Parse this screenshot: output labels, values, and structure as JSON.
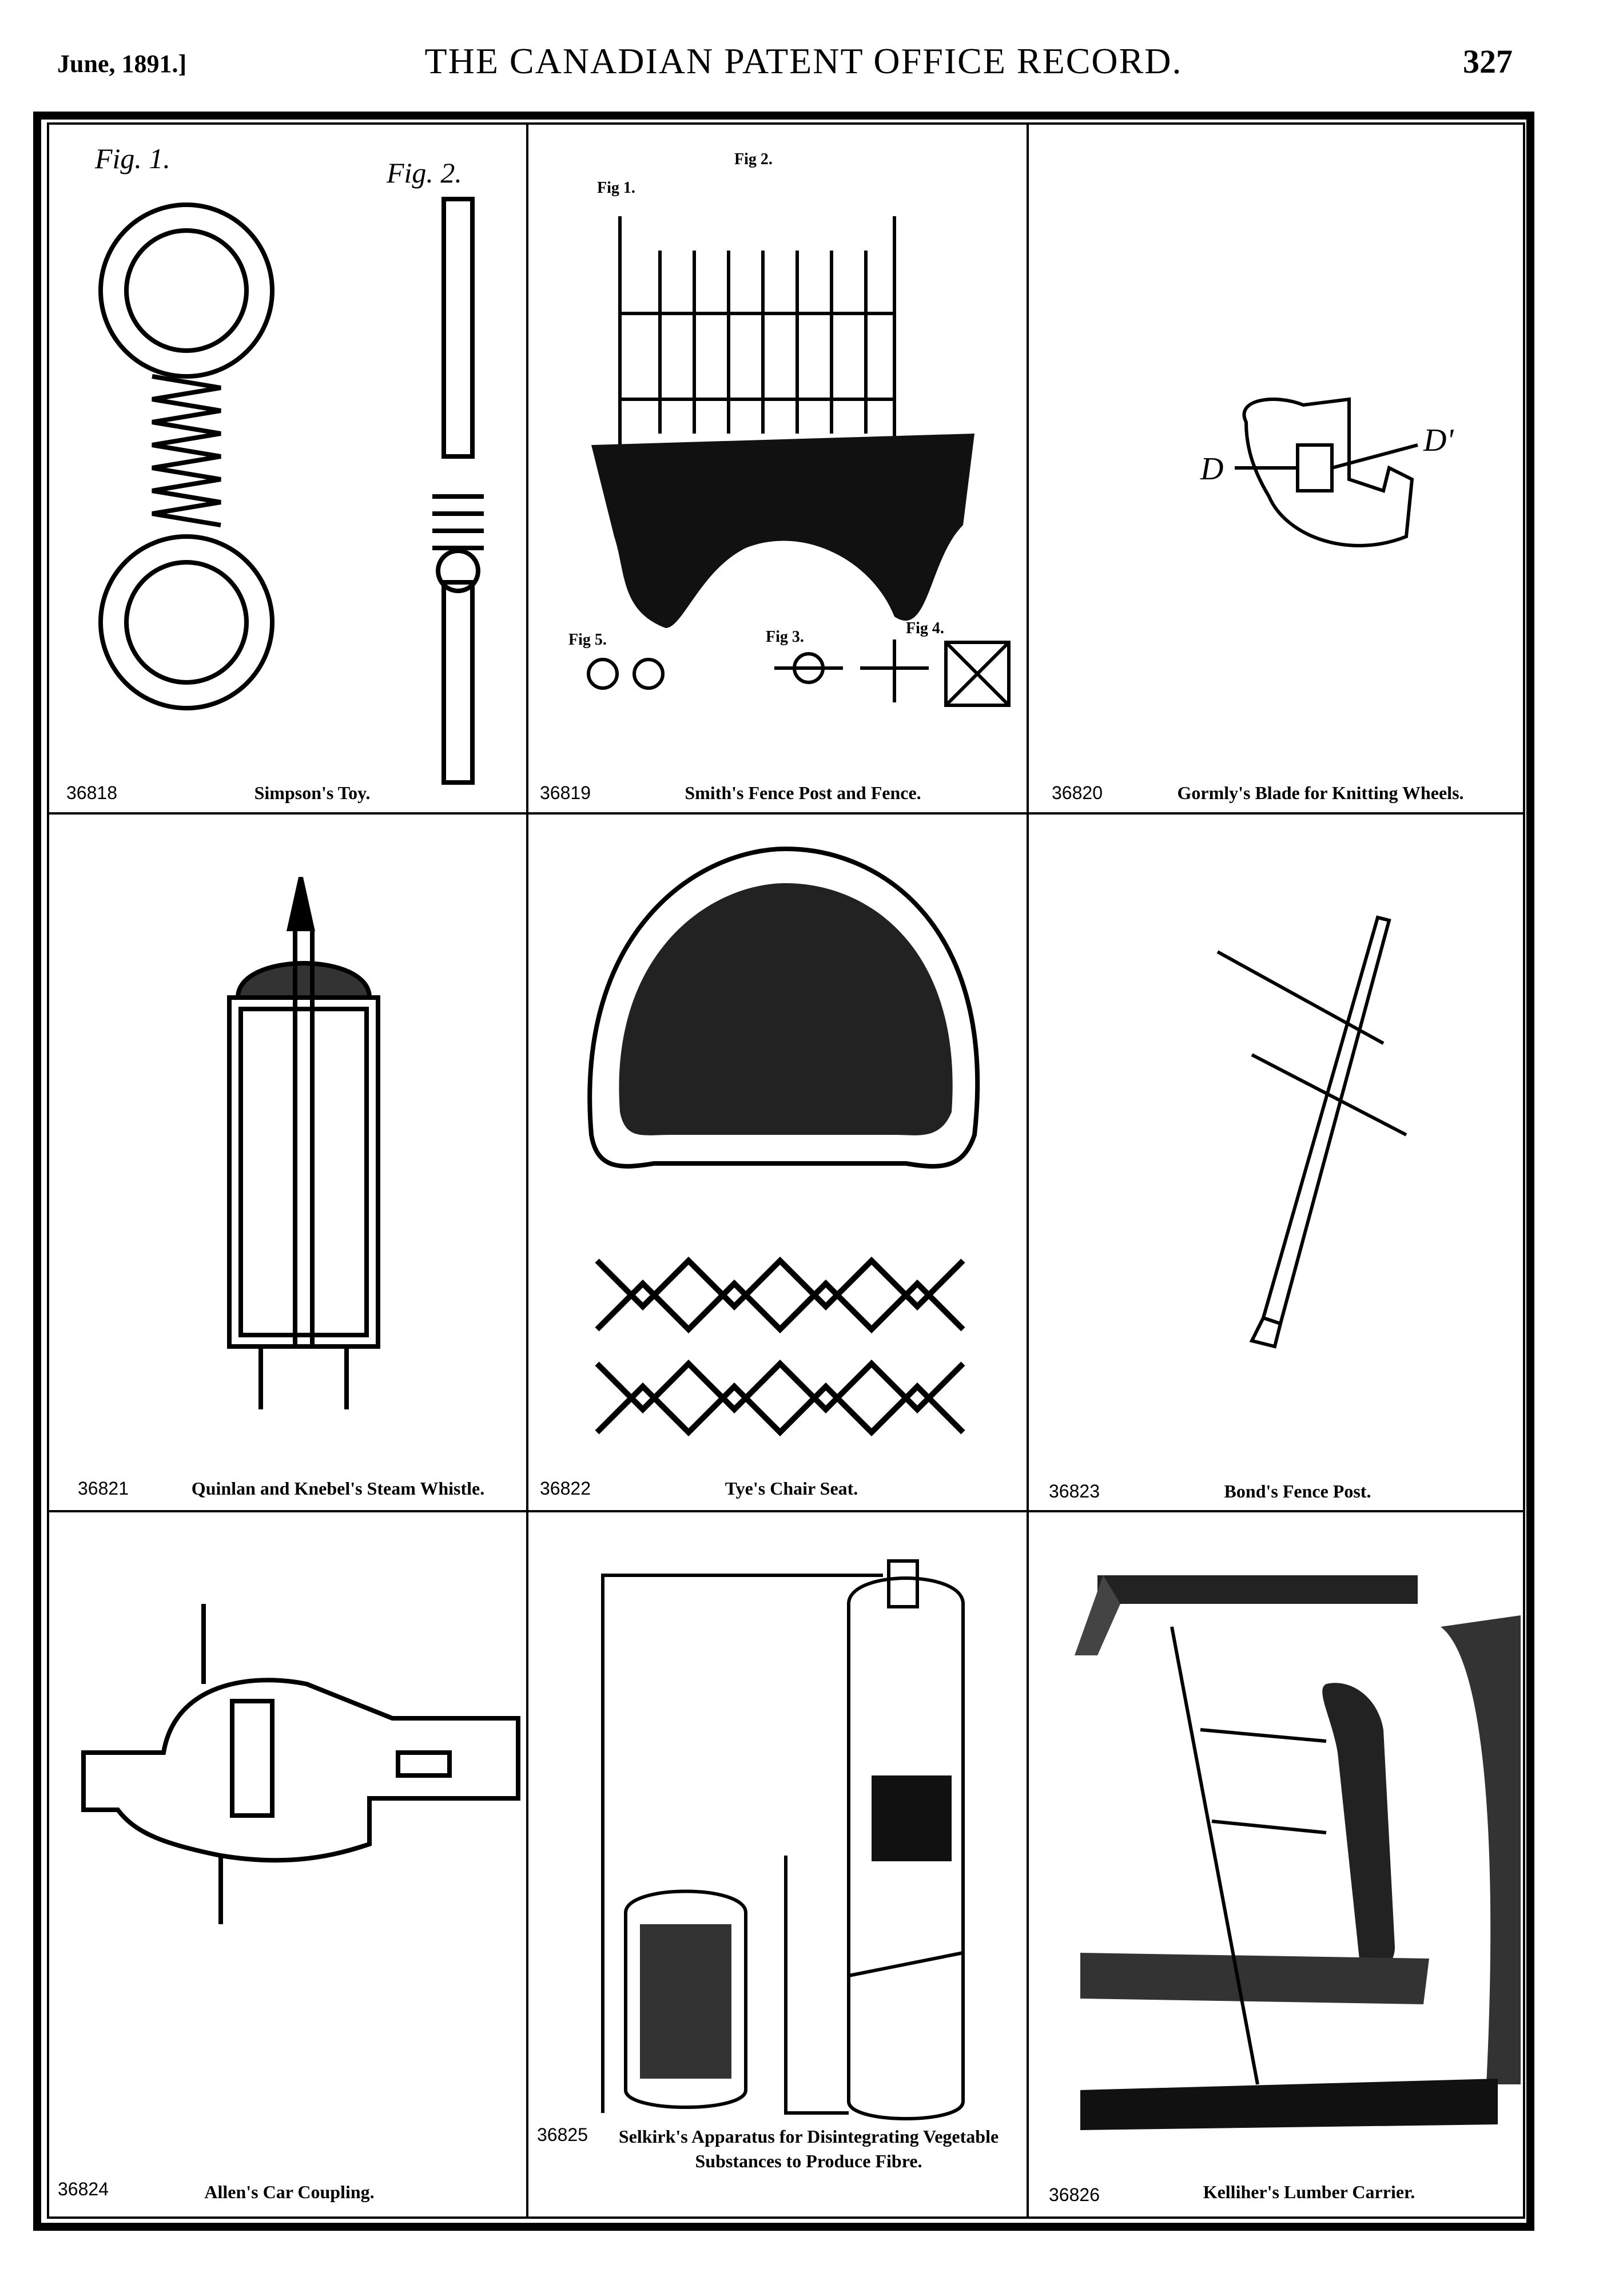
{
  "header": {
    "date": "June, 1891.]",
    "title": "THE CANADIAN PATENT OFFICE RECORD.",
    "page": "327"
  },
  "patents": [
    {
      "number": "36818",
      "title": "Simpson's Toy."
    },
    {
      "number": "36819",
      "title": "Smith's Fence Post and Fence."
    },
    {
      "number": "36820",
      "title": "Gormly's Blade for Knitting Wheels."
    },
    {
      "number": "36821",
      "title": "Quinlan and Knebel's Steam Whistle."
    },
    {
      "number": "36822",
      "title": "Tye's Chair Seat."
    },
    {
      "number": "36823",
      "title": "Bond's Fence Post."
    },
    {
      "number": "36824",
      "title": "Allen's Car Coupling."
    },
    {
      "number": "36825",
      "title": "Selkirk's Apparatus for Disintegrating Vegetable Substances to Produce Fibre."
    },
    {
      "number": "36826",
      "title": "Kelliher's Lumber Carrier."
    }
  ],
  "figure_labels": {
    "fig1": "Fig. 1.",
    "fig2": "Fig. 2.",
    "smith_fig1": "Fig 1.",
    "smith_fig2": "Fig 2.",
    "smith_fig3": "Fig 3.",
    "smith_fig4": "Fig 4.",
    "smith_fig5": "Fig 5."
  }
}
